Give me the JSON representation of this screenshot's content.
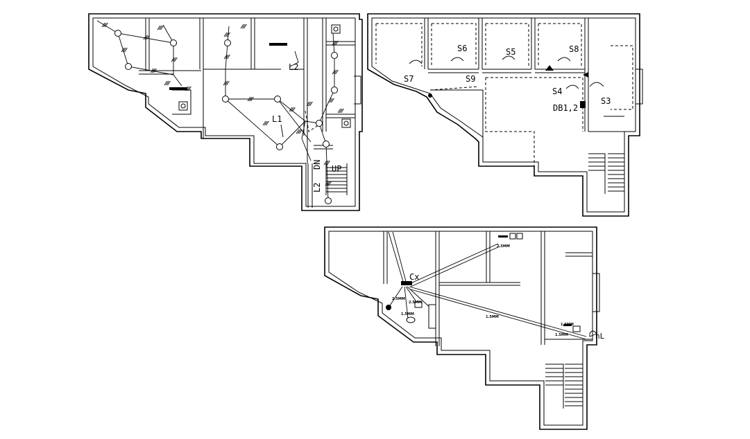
{
  "plans": {
    "lighting": {
      "labels": {
        "l1": "L1",
        "l2": "L2",
        "l2_stair": "L2",
        "dn": "DN",
        "up": "UP"
      }
    },
    "switches": {
      "labels": {
        "s3": "S3",
        "s4": "S4",
        "s5": "S5",
        "s6": "S6",
        "s7": "S7",
        "s8": "S8",
        "s9": "S9",
        "db": "DB1,2"
      }
    },
    "power": {
      "labels": {
        "cx": "Cx",
        "rm1": "2.5MM",
        "rm2": "2.5MM",
        "rm3": "2.5MM",
        "rm4": "1.5MM",
        "rm5": "1.5MM",
        "rm6": "1.5MM",
        "rm7": "1.5MM",
        "hl": "hL"
      }
    }
  },
  "colors": {
    "ink": "#000000",
    "paper": "#ffffff"
  }
}
